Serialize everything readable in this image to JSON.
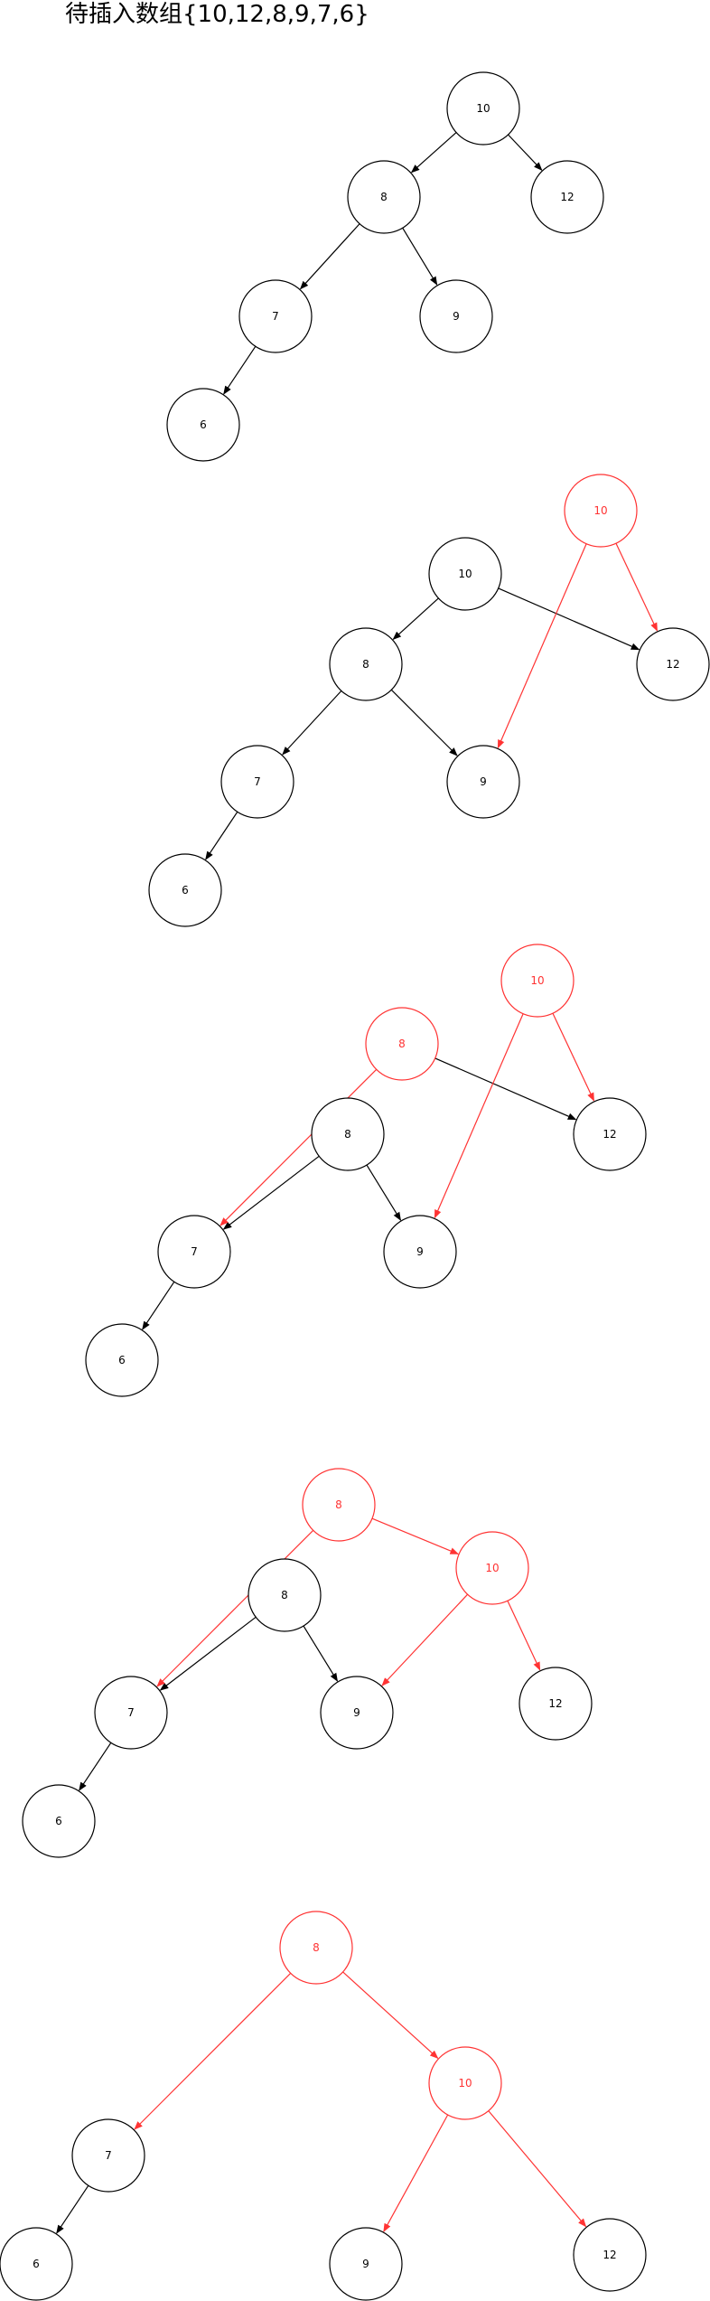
{
  "title": "待插入数组{10,12,8,9,7,6}",
  "colors": {
    "normal": "#000000",
    "highlight": "#ff3333"
  },
  "steps": [
    {
      "nodes": [
        {
          "id": "n10",
          "label": "10"
        },
        {
          "id": "n8",
          "label": "8"
        },
        {
          "id": "n12",
          "label": "12"
        },
        {
          "id": "n7",
          "label": "7"
        },
        {
          "id": "n9",
          "label": "9"
        },
        {
          "id": "n6",
          "label": "6"
        }
      ],
      "edges": [
        {
          "from": "n10",
          "to": "n8"
        },
        {
          "from": "n10",
          "to": "n12"
        },
        {
          "from": "n8",
          "to": "n7"
        },
        {
          "from": "n8",
          "to": "n9"
        },
        {
          "from": "n7",
          "to": "n6"
        }
      ]
    },
    {
      "nodes": [
        {
          "id": "r10",
          "label": "10",
          "highlight": true
        },
        {
          "id": "n10",
          "label": "10"
        },
        {
          "id": "n12",
          "label": "12"
        },
        {
          "id": "n8",
          "label": "8"
        },
        {
          "id": "n7",
          "label": "7"
        },
        {
          "id": "n9",
          "label": "9"
        },
        {
          "id": "n6",
          "label": "6"
        }
      ],
      "edges": [
        {
          "from": "n10",
          "to": "n8"
        },
        {
          "from": "n10",
          "to": "n12"
        },
        {
          "from": "n8",
          "to": "n7"
        },
        {
          "from": "n8",
          "to": "n9"
        },
        {
          "from": "n7",
          "to": "n6"
        },
        {
          "from": "r10",
          "to": "n9",
          "highlight": true
        },
        {
          "from": "r10",
          "to": "n12",
          "highlight": true
        }
      ]
    },
    {
      "nodes": [
        {
          "id": "r10",
          "label": "10",
          "highlight": true
        },
        {
          "id": "r8",
          "label": "8",
          "highlight": true
        },
        {
          "id": "n12",
          "label": "12"
        },
        {
          "id": "n8",
          "label": "8"
        },
        {
          "id": "n7",
          "label": "7"
        },
        {
          "id": "n9",
          "label": "9"
        },
        {
          "id": "n6",
          "label": "6"
        }
      ],
      "edges": [
        {
          "from": "r8",
          "to": "n12"
        },
        {
          "from": "n8",
          "to": "n7"
        },
        {
          "from": "n8",
          "to": "n9"
        },
        {
          "from": "n7",
          "to": "n6"
        },
        {
          "from": "r8",
          "to": "n7",
          "highlight": true
        },
        {
          "from": "r10",
          "to": "n9",
          "highlight": true
        },
        {
          "from": "r10",
          "to": "n12",
          "highlight": true
        }
      ]
    },
    {
      "nodes": [
        {
          "id": "r8",
          "label": "8",
          "highlight": true
        },
        {
          "id": "r10",
          "label": "10",
          "highlight": true
        },
        {
          "id": "n8",
          "label": "8"
        },
        {
          "id": "n7",
          "label": "7"
        },
        {
          "id": "n9",
          "label": "9"
        },
        {
          "id": "n12",
          "label": "12"
        },
        {
          "id": "n6",
          "label": "6"
        }
      ],
      "edges": [
        {
          "from": "n8",
          "to": "n7"
        },
        {
          "from": "n8",
          "to": "n9"
        },
        {
          "from": "n7",
          "to": "n6"
        },
        {
          "from": "r8",
          "to": "n7",
          "highlight": true
        },
        {
          "from": "r8",
          "to": "r10",
          "highlight": true
        },
        {
          "from": "r10",
          "to": "n9",
          "highlight": true
        },
        {
          "from": "r10",
          "to": "n12",
          "highlight": true
        }
      ]
    },
    {
      "nodes": [
        {
          "id": "r8",
          "label": "8",
          "highlight": true
        },
        {
          "id": "r10",
          "label": "10",
          "highlight": true
        },
        {
          "id": "n7",
          "label": "7"
        },
        {
          "id": "n6",
          "label": "6"
        },
        {
          "id": "n9",
          "label": "9"
        },
        {
          "id": "n12",
          "label": "12"
        }
      ],
      "edges": [
        {
          "from": "n7",
          "to": "n6"
        },
        {
          "from": "r8",
          "to": "n7",
          "highlight": true
        },
        {
          "from": "r8",
          "to": "r10",
          "highlight": true
        },
        {
          "from": "r10",
          "to": "n9",
          "highlight": true
        },
        {
          "from": "r10",
          "to": "n12",
          "highlight": true
        }
      ]
    }
  ]
}
